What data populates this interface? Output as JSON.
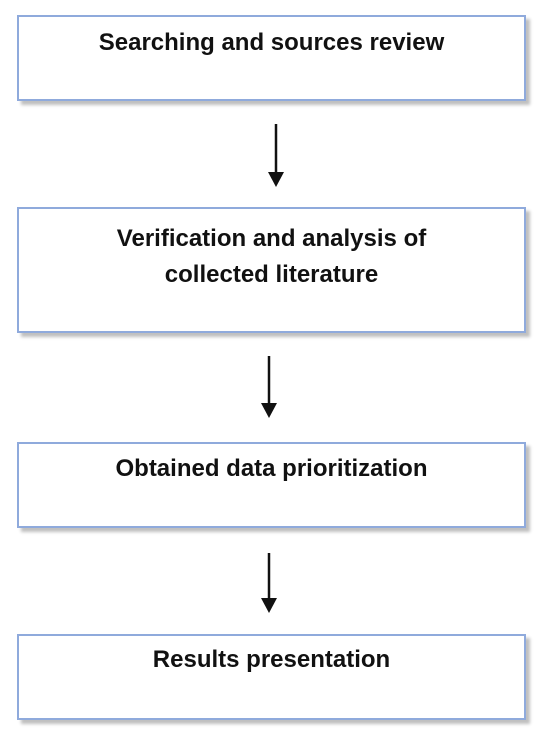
{
  "flow": {
    "steps": [
      {
        "label": "Searching and sources review"
      },
      {
        "label": "Verification and analysis of\ncollected literature"
      },
      {
        "label": "Obtained data prioritization"
      },
      {
        "label": "Results presentation"
      }
    ],
    "colors": {
      "box_border": "#8faadc",
      "text": "#111111",
      "arrow": "#111111"
    }
  }
}
